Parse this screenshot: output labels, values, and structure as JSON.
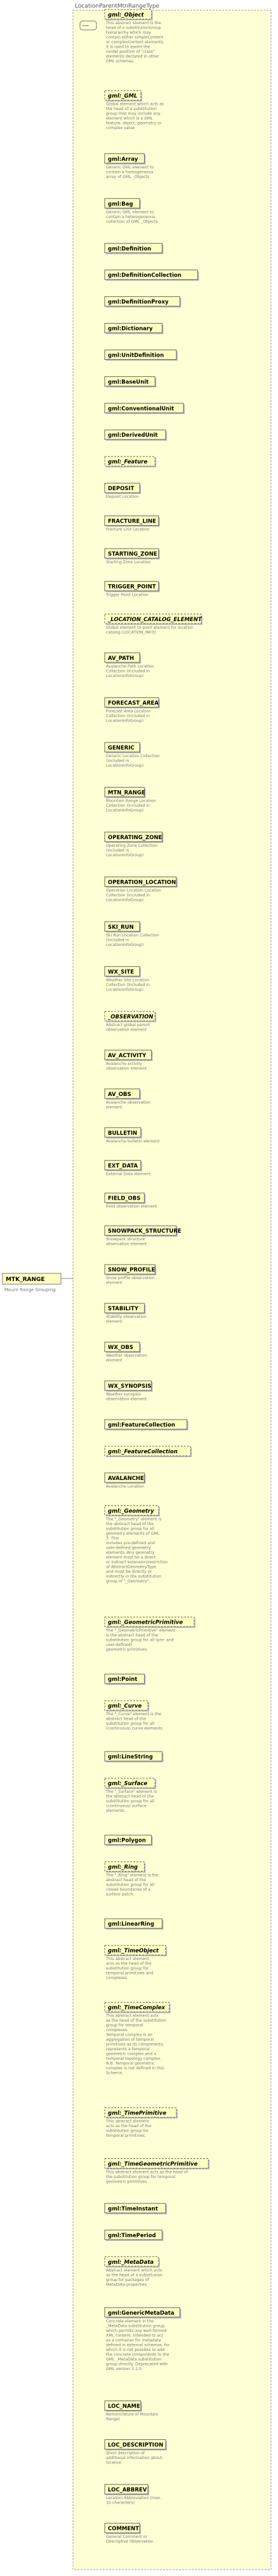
{
  "root": {
    "name": "MTK_RANGE",
    "doc": "Mount Range Grouping"
  },
  "type_name": "LocationParentMtnRangeType",
  "seq_label": "──",
  "elements": [
    {
      "name": "gml:_Object",
      "kind": "abstract",
      "doc": [
        "This abstract element is the",
        "head of a substitutionGroup",
        "hierararchy which may",
        "contain either simpleContent",
        "or complexContent elements.",
        "It is used to assert the",
        "model position of \"class\"",
        "elements declared in other",
        "GML schemas."
      ]
    },
    {
      "name": "gml:_GML",
      "kind": "abstract",
      "doc": [
        "Global element which acts as",
        "the head of a substitution",
        "group that may include any",
        "element which is a GML",
        "feature, object, geometry or",
        "complex value"
      ]
    },
    {
      "name": "gml:Array",
      "kind": "element",
      "doc": [
        "Generic GML element to",
        "contain a homogeneous",
        "array of GML _Objects"
      ]
    },
    {
      "name": "gml:Bag",
      "kind": "element",
      "doc": [
        "Generic GML element to",
        "contain a heterogeneous",
        "collection of GML _Objects"
      ]
    },
    {
      "name": "gml:Definition",
      "kind": "element",
      "doc": []
    },
    {
      "name": "gml:DefinitionCollection",
      "kind": "element",
      "doc": []
    },
    {
      "name": "gml:DefinitionProxy",
      "kind": "element",
      "doc": []
    },
    {
      "name": "gml:Dictionary",
      "kind": "element",
      "doc": []
    },
    {
      "name": "gml:UnitDefinition",
      "kind": "element",
      "doc": []
    },
    {
      "name": "gml:BaseUnit",
      "kind": "element",
      "doc": []
    },
    {
      "name": "gml:ConventionalUnit",
      "kind": "element",
      "doc": []
    },
    {
      "name": "gml:DerivedUnit",
      "kind": "element",
      "doc": []
    },
    {
      "name": "gml:_Feature",
      "kind": "abstract",
      "doc": []
    },
    {
      "name": "DEPOSIT",
      "kind": "element",
      "doc": [
        "Deposit Location"
      ]
    },
    {
      "name": "FRACTURE_LINE",
      "kind": "element",
      "doc": [
        "Fracture Line Location"
      ]
    },
    {
      "name": "STARTING_ZONE",
      "kind": "element",
      "doc": [
        "Starting Zone Location"
      ]
    },
    {
      "name": "TRIGGER_POINT",
      "kind": "element",
      "doc": [
        "Trigger Point Location"
      ]
    },
    {
      "name": "_LOCATION_CATALOG_ELEMENT",
      "kind": "abstract",
      "doc": [
        "Global element to point element for location",
        "catalog (LOCATION_INFO)"
      ]
    },
    {
      "name": "AV_PATH",
      "kind": "element",
      "doc": [
        "Avalanche Path Location",
        "Collection (Included in",
        "LocationInfoGroup)"
      ]
    },
    {
      "name": "FORECAST_AREA",
      "kind": "element",
      "doc": [
        "Forecast Area Location",
        "Collection (Included in",
        "LocationInfoGroup)"
      ]
    },
    {
      "name": "GENERIC",
      "kind": "element",
      "doc": [
        "Generic Location Collection",
        "(Included in",
        "LocationInfoGroup)"
      ]
    },
    {
      "name": "MTN_RANGE",
      "kind": "element",
      "doc": [
        "Mountain Range Location",
        "Collection (Included in",
        "LocationInfoGroup)"
      ]
    },
    {
      "name": "OPERATING_ZONE",
      "kind": "element",
      "doc": [
        "Operating Zone Collection",
        "(Included in",
        "LocationInfoGroup)"
      ]
    },
    {
      "name": "OPERATION_LOCATION",
      "kind": "element",
      "doc": [
        "Operation Location Location",
        "Collection (Included in",
        "LocationInfoGroup)"
      ]
    },
    {
      "name": "SKI_RUN",
      "kind": "element",
      "doc": [
        "Ski Run Location Collection",
        "(Included in",
        "LocationInfoGroup)"
      ]
    },
    {
      "name": "WX_SITE",
      "kind": "element",
      "doc": [
        "Weather Site Location",
        "Collection (Included in",
        "LocationInfoGroup)"
      ]
    },
    {
      "name": "_OBSERVATION",
      "kind": "abstract",
      "doc": [
        "Abstract global parent",
        "observation element"
      ]
    },
    {
      "name": "AV_ACTIVITY",
      "kind": "element",
      "doc": [
        "Avalanche activity",
        "observation element"
      ]
    },
    {
      "name": "AV_OBS",
      "kind": "element",
      "doc": [
        "Avalanche observation",
        "element"
      ]
    },
    {
      "name": "BULLETIN",
      "kind": "element",
      "doc": [
        "Avalanche bulletin element"
      ]
    },
    {
      "name": "EXT_DATA",
      "kind": "element",
      "doc": [
        "External Data element"
      ]
    },
    {
      "name": "FIELD_OBS",
      "kind": "element",
      "doc": [
        "Field observation element"
      ]
    },
    {
      "name": "SNOWPACK_STRUCTURE",
      "kind": "element",
      "doc": [
        "Snowpack structure",
        "observation element"
      ]
    },
    {
      "name": "SNOW_PROFILE",
      "kind": "element",
      "doc": [
        "Snow profile observation",
        "element"
      ]
    },
    {
      "name": "STABILITY",
      "kind": "element",
      "doc": [
        "Stability observation",
        "element"
      ]
    },
    {
      "name": "WX_OBS",
      "kind": "element",
      "doc": [
        "Weather observation",
        "element"
      ]
    },
    {
      "name": "WX_SYNOPSIS",
      "kind": "element",
      "doc": [
        "Weather synopsis",
        "observation element"
      ]
    },
    {
      "name": "gml:FeatureCollection",
      "kind": "element",
      "doc": []
    },
    {
      "name": "gml:_FeatureCollection",
      "kind": "abstract",
      "doc": []
    },
    {
      "name": "AVALANCHE",
      "kind": "element",
      "doc": [
        "Avalanche Location"
      ]
    },
    {
      "name": "gml:_Geometry",
      "kind": "abstract",
      "doc": [
        "The \"_Geometry\" element is",
        "the abstract head of the",
        "substitution group for all",
        "geometry elements of GML",
        "3. This",
        "includes pre-defined and",
        "user-defined geometry",
        "elements. Any geometry",
        "element must be a direct",
        "or indirect extension/restriction",
        "of AbstractGeometryType",
        "and must be directly or",
        "indirectly in the substitution",
        "group of \"_Geometry\"."
      ]
    },
    {
      "name": "gml:_GeometricPrimitive",
      "kind": "abstract",
      "doc": [
        "The \"_GeometricPrimitive\" element",
        "is the abstract head of the",
        "substitution group for all (pre- and",
        "user-defined)",
        "geometric primitives."
      ]
    },
    {
      "name": "gml:Point",
      "kind": "element",
      "doc": []
    },
    {
      "name": "gml:_Curve",
      "kind": "abstract",
      "doc": [
        "The \"_Curve\" element is the",
        "abstract head of the",
        "substitution group for all",
        "(continuous) curve elements."
      ]
    },
    {
      "name": "gml:LineString",
      "kind": "element",
      "doc": []
    },
    {
      "name": "gml:_Surface",
      "kind": "abstract",
      "doc": [
        "The \"_Surface\" element is",
        "the abstract head of the",
        "substitution group for all",
        "(continuous) surface",
        "elements."
      ]
    },
    {
      "name": "gml:Polygon",
      "kind": "element",
      "doc": []
    },
    {
      "name": "gml:_Ring",
      "kind": "abstract",
      "doc": [
        "The \"_Ring\" element is the",
        "abstract head of the",
        "substitution group for all",
        "closed boundaries of a",
        "surface patch."
      ]
    },
    {
      "name": "gml:LinearRing",
      "kind": "element",
      "doc": []
    },
    {
      "name": "gml:_TimeObject",
      "kind": "abstract",
      "doc": [
        "This abstract element",
        "acts as the head of the",
        "substitution group for",
        "temporal primitives and",
        "complexes."
      ]
    },
    {
      "name": "gml:_TimeComplex",
      "kind": "abstract",
      "doc": [
        "This abstract element acts",
        "as the head of the substitution",
        "group for temporal",
        "complexes.",
        "Temporal complex is an",
        "aggregation of temporal",
        "primitives as its components,",
        "represents a temporal",
        "geometric complex and a",
        "temporal topology complex.",
        "N.B. Temporal geometric",
        "complex is not defined in this",
        "Schema."
      ]
    },
    {
      "name": "gml:_TimePrimitive",
      "kind": "abstract",
      "doc": [
        "This abstract element",
        "acts as the head of the",
        "substitution group for",
        "temporal primitives."
      ]
    },
    {
      "name": "gml:_TimeGeometricPrimitive",
      "kind": "abstract",
      "doc": [
        "This abstract element acts as the head of",
        "the substitution group for temporal",
        "geometric primitives."
      ]
    },
    {
      "name": "gml:TimeInstant",
      "kind": "element",
      "doc": []
    },
    {
      "name": "gml:TimePeriod",
      "kind": "element",
      "doc": []
    },
    {
      "name": "gml:_MetaData",
      "kind": "abstract",
      "doc": [
        "Abstract element which acts",
        "as the head of a substitution",
        "group for packages of",
        "MetaData properties."
      ]
    },
    {
      "name": "gml:GenericMetaData",
      "kind": "element",
      "doc": [
        "Concrete element in the",
        "_MetaData substitution group,",
        "which permits any well-formed",
        "XML content. Intended to act",
        "as a container for metadata",
        "defined in external schemas, for",
        "which it is not possible to add",
        "the concrete components to the",
        "GML _MetaData substitution",
        "group directly. Deprecated with",
        "GML version 3.1.0."
      ]
    },
    {
      "name": "LOC_NAME",
      "kind": "element",
      "doc": [
        "Nomenclature of Mountain",
        "Range)"
      ]
    },
    {
      "name": "LOC_DESCRIPTION",
      "kind": "element",
      "doc": [
        "Short description of",
        "additional information about",
        "location"
      ]
    },
    {
      "name": "LOC_ABBREV",
      "kind": "element",
      "doc": [
        "Location Abbreviation (max.",
        "10 characters)"
      ]
    },
    {
      "name": "COMMENT",
      "kind": "element",
      "doc": [
        "General Comment or",
        "Descriptive Observation"
      ]
    }
  ]
}
